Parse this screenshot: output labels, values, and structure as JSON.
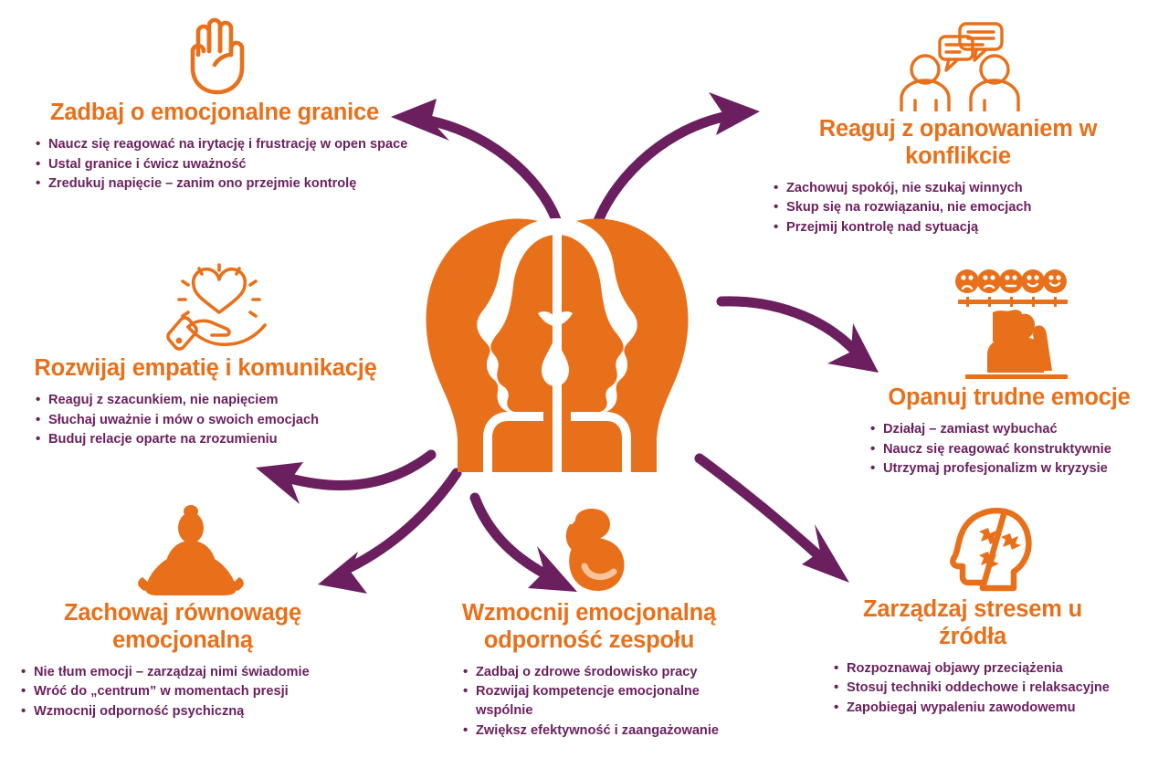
{
  "colors": {
    "orange": "#E8701A",
    "orange_light": "#F4A26B",
    "purple": "#6B1F5E",
    "background": "#FFFFFF"
  },
  "center": {
    "icon": "two-facing-heads-with-teardrop-icon",
    "description": "Two mirrored head silhouettes in orange with white negative-space faces and a teardrop"
  },
  "sections": [
    {
      "id": "granice",
      "icon": "stop-hand-icon",
      "title": "Zadbaj o emocjonalne granice",
      "bullets": [
        "Naucz się reagować na irytację i frustrację w open space",
        "Ustal granice i ćwicz uważność",
        "Zredukuj napięcie – zanim ono przejmie kontrolę"
      ]
    },
    {
      "id": "konflikt",
      "icon": "two-people-speech-bubbles-icon",
      "title": "Reaguj z opanowaniem w konflikcie",
      "bullets": [
        "Zachowuj spokój, nie szukaj winnych",
        "Skup się na rozwiązaniu, nie emocjach",
        "Przejmij kontrolę nad sytuacją"
      ]
    },
    {
      "id": "empatia",
      "icon": "hand-holding-heart-icon",
      "title": "Rozwijaj empatię i komunikację",
      "bullets": [
        "Reaguj z szacunkiem, nie napięciem",
        "Słuchaj uważnie i mów o swoich emocjach",
        "Buduj relacje oparte na zrozumieniu"
      ]
    },
    {
      "id": "opanuj",
      "icon": "emotion-scale-person-icon",
      "title": "Opanuj trudne emocje",
      "bullets": [
        "Działaj – zamiast wybuchać",
        "Naucz się reagować konstruktywnie",
        "Utrzymaj profesjonalizm w kryzysie"
      ]
    },
    {
      "id": "rownowaga",
      "icon": "meditating-person-icon",
      "title": "Zachowaj równowagę emocjonalną",
      "bullets": [
        "Nie tłum emocji – zarządzaj nimi świadomie",
        "Wróć do „centrum” w momentach presji",
        "Wzmocnij odporność psychiczną"
      ]
    },
    {
      "id": "odpornosc",
      "icon": "flexed-bicep-icon",
      "title": "Wzmocnij emocjonalną odporność zespołu",
      "bullets": [
        "Zadbaj o zdrowe środowisko pracy",
        "Rozwijaj kompetencje emocjonalne wspólnie",
        "Zwiększ efektywność i zaangażowanie"
      ]
    },
    {
      "id": "stres",
      "icon": "head-puzzle-icon",
      "title": "Zarządzaj stresem u źródła",
      "bullets": [
        "Rozpoznawaj objawy przeciążenia",
        "Stosuj techniki oddechowe i relaksacyjne",
        "Zapobiegaj wypaleniu zawodowemu"
      ]
    }
  ]
}
